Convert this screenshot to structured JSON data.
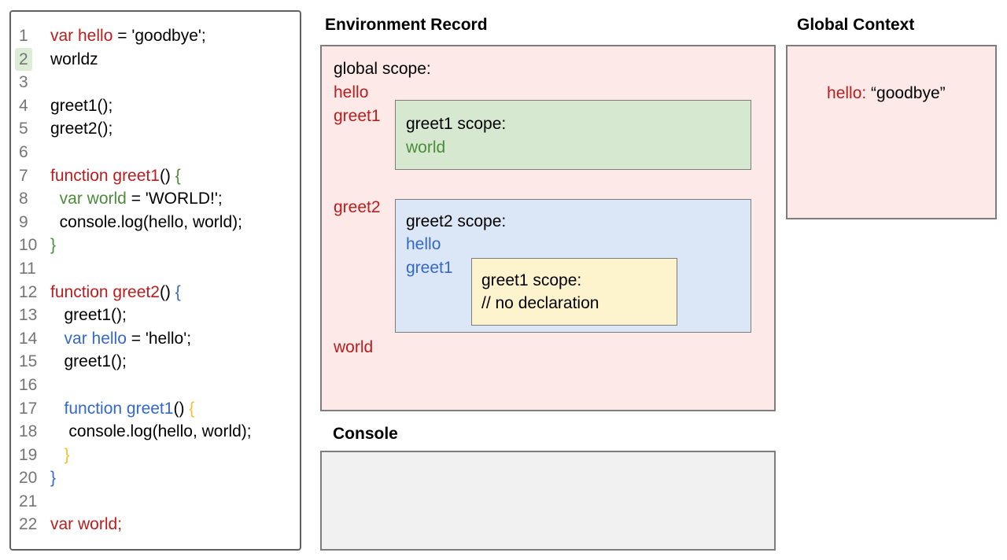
{
  "palette": {
    "black": "#000000",
    "red": "#b91d1d",
    "green": "#4a8c39",
    "blue": "#3468c8",
    "yellow": "#f1c232",
    "line_number_gray": "#757575",
    "pink_bg": "#fce9e8",
    "green_bg": "#d7e8d0",
    "blue_bg": "#dbe7f7",
    "yellow_bg": "#fdf3cd",
    "console_bg": "#f1f1f1",
    "line_highlight_green": "#ddecd4",
    "box_border_gray": "#7d7d7d"
  },
  "code_panel": {
    "lines": [
      {
        "n": "1",
        "highlight": false,
        "segments": [
          {
            "text": "var hello",
            "color": "red"
          },
          {
            "text": " = 'goodbye';",
            "color": "black"
          }
        ]
      },
      {
        "n": "2",
        "highlight": true,
        "segments": [
          {
            "text": "worldz",
            "color": "black"
          }
        ]
      },
      {
        "n": "3",
        "highlight": false,
        "segments": []
      },
      {
        "n": "4",
        "highlight": false,
        "segments": [
          {
            "text": "greet1();",
            "color": "black"
          }
        ]
      },
      {
        "n": "5",
        "highlight": false,
        "segments": [
          {
            "text": "greet2();",
            "color": "black"
          }
        ]
      },
      {
        "n": "6",
        "highlight": false,
        "segments": []
      },
      {
        "n": "7",
        "highlight": false,
        "segments": [
          {
            "text": "function greet1",
            "color": "red"
          },
          {
            "text": "() ",
            "color": "black"
          },
          {
            "text": "{",
            "color": "green"
          }
        ]
      },
      {
        "n": "8",
        "highlight": false,
        "segments": [
          {
            "text": "  ",
            "color": "black"
          },
          {
            "text": "var world",
            "color": "green"
          },
          {
            "text": " = 'WORLD!';",
            "color": "black"
          }
        ]
      },
      {
        "n": "9",
        "highlight": false,
        "segments": [
          {
            "text": "  console.log(hello, world);",
            "color": "black"
          }
        ]
      },
      {
        "n": "10",
        "highlight": false,
        "segments": [
          {
            "text": "}",
            "color": "green"
          }
        ]
      },
      {
        "n": "11",
        "highlight": false,
        "segments": []
      },
      {
        "n": "12",
        "highlight": false,
        "segments": [
          {
            "text": "function greet2",
            "color": "red"
          },
          {
            "text": "() ",
            "color": "black"
          },
          {
            "text": "{",
            "color": "blue"
          }
        ]
      },
      {
        "n": "13",
        "highlight": false,
        "segments": [
          {
            "text": "   greet1();",
            "color": "black"
          }
        ]
      },
      {
        "n": "14",
        "highlight": false,
        "segments": [
          {
            "text": "   ",
            "color": "black"
          },
          {
            "text": "var hello",
            "color": "blue"
          },
          {
            "text": " = 'hello';",
            "color": "black"
          }
        ]
      },
      {
        "n": "15",
        "highlight": false,
        "segments": [
          {
            "text": "   greet1();",
            "color": "black"
          }
        ]
      },
      {
        "n": "16",
        "highlight": false,
        "segments": []
      },
      {
        "n": "17",
        "highlight": false,
        "segments": [
          {
            "text": "   ",
            "color": "black"
          },
          {
            "text": "function greet1",
            "color": "blue"
          },
          {
            "text": "() ",
            "color": "black"
          },
          {
            "text": "{",
            "color": "yellow"
          }
        ]
      },
      {
        "n": "18",
        "highlight": false,
        "segments": [
          {
            "text": "    console.log(hello, world);",
            "color": "black"
          }
        ]
      },
      {
        "n": "19",
        "highlight": false,
        "segments": [
          {
            "text": "   ",
            "color": "black"
          },
          {
            "text": "}",
            "color": "yellow"
          }
        ]
      },
      {
        "n": "20",
        "highlight": false,
        "segments": [
          {
            "text": "}",
            "color": "blue"
          }
        ]
      },
      {
        "n": "21",
        "highlight": false,
        "segments": []
      },
      {
        "n": "22",
        "highlight": false,
        "segments": [
          {
            "text": "var world;",
            "color": "red"
          }
        ]
      }
    ]
  },
  "environment_record": {
    "title": "Environment Record",
    "global_scope_label": "global scope:",
    "var_hello": "hello",
    "var_greet1": "greet1",
    "greet1_scope": {
      "label": "greet1 scope:",
      "var_world": "world"
    },
    "var_greet2": "greet2",
    "greet2_scope": {
      "label": "greet2 scope:",
      "var_hello": "hello",
      "var_greet1": "greet1",
      "inner_greet1_scope": {
        "label": "greet1 scope:",
        "comment": "// no declaration"
      }
    },
    "var_world": "world"
  },
  "global_context": {
    "title": "Global Context",
    "entry_key": "hello:",
    "entry_value": " “goodbye”"
  },
  "console": {
    "title": "Console"
  }
}
